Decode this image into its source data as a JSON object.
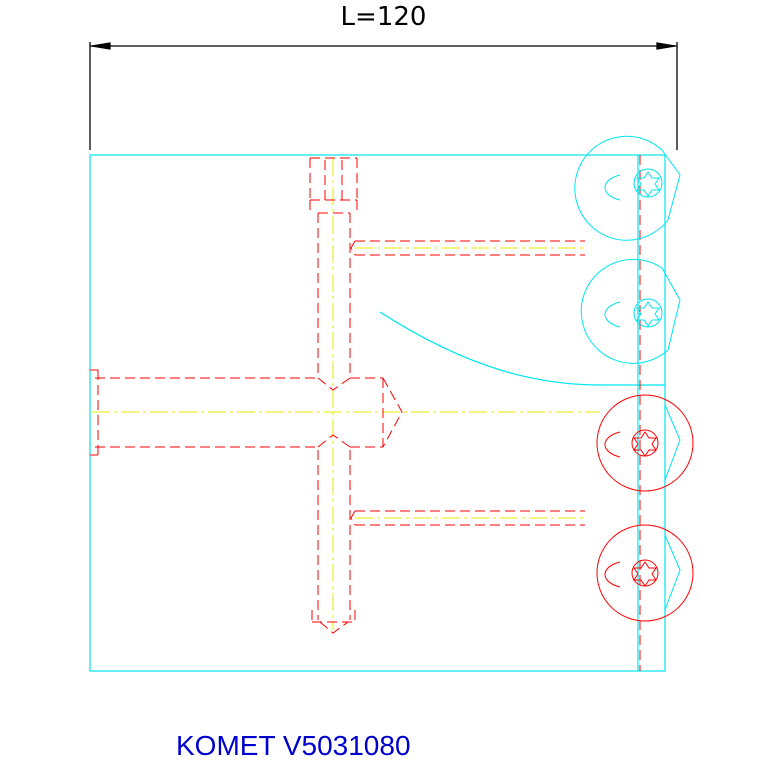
{
  "dimension": {
    "label": "L=120"
  },
  "caption": {
    "text": "KOMET V5031080"
  },
  "colors": {
    "background": "#ffffff",
    "outline": "#00e5ee",
    "hidden": "#ff0000",
    "centerline": "#e8e800",
    "dimension": "#000000",
    "caption": "#0000cc"
  },
  "icons": {
    "insert_cyan": "torx-insert-outline",
    "insert_red": "torx-insert-hidden"
  }
}
